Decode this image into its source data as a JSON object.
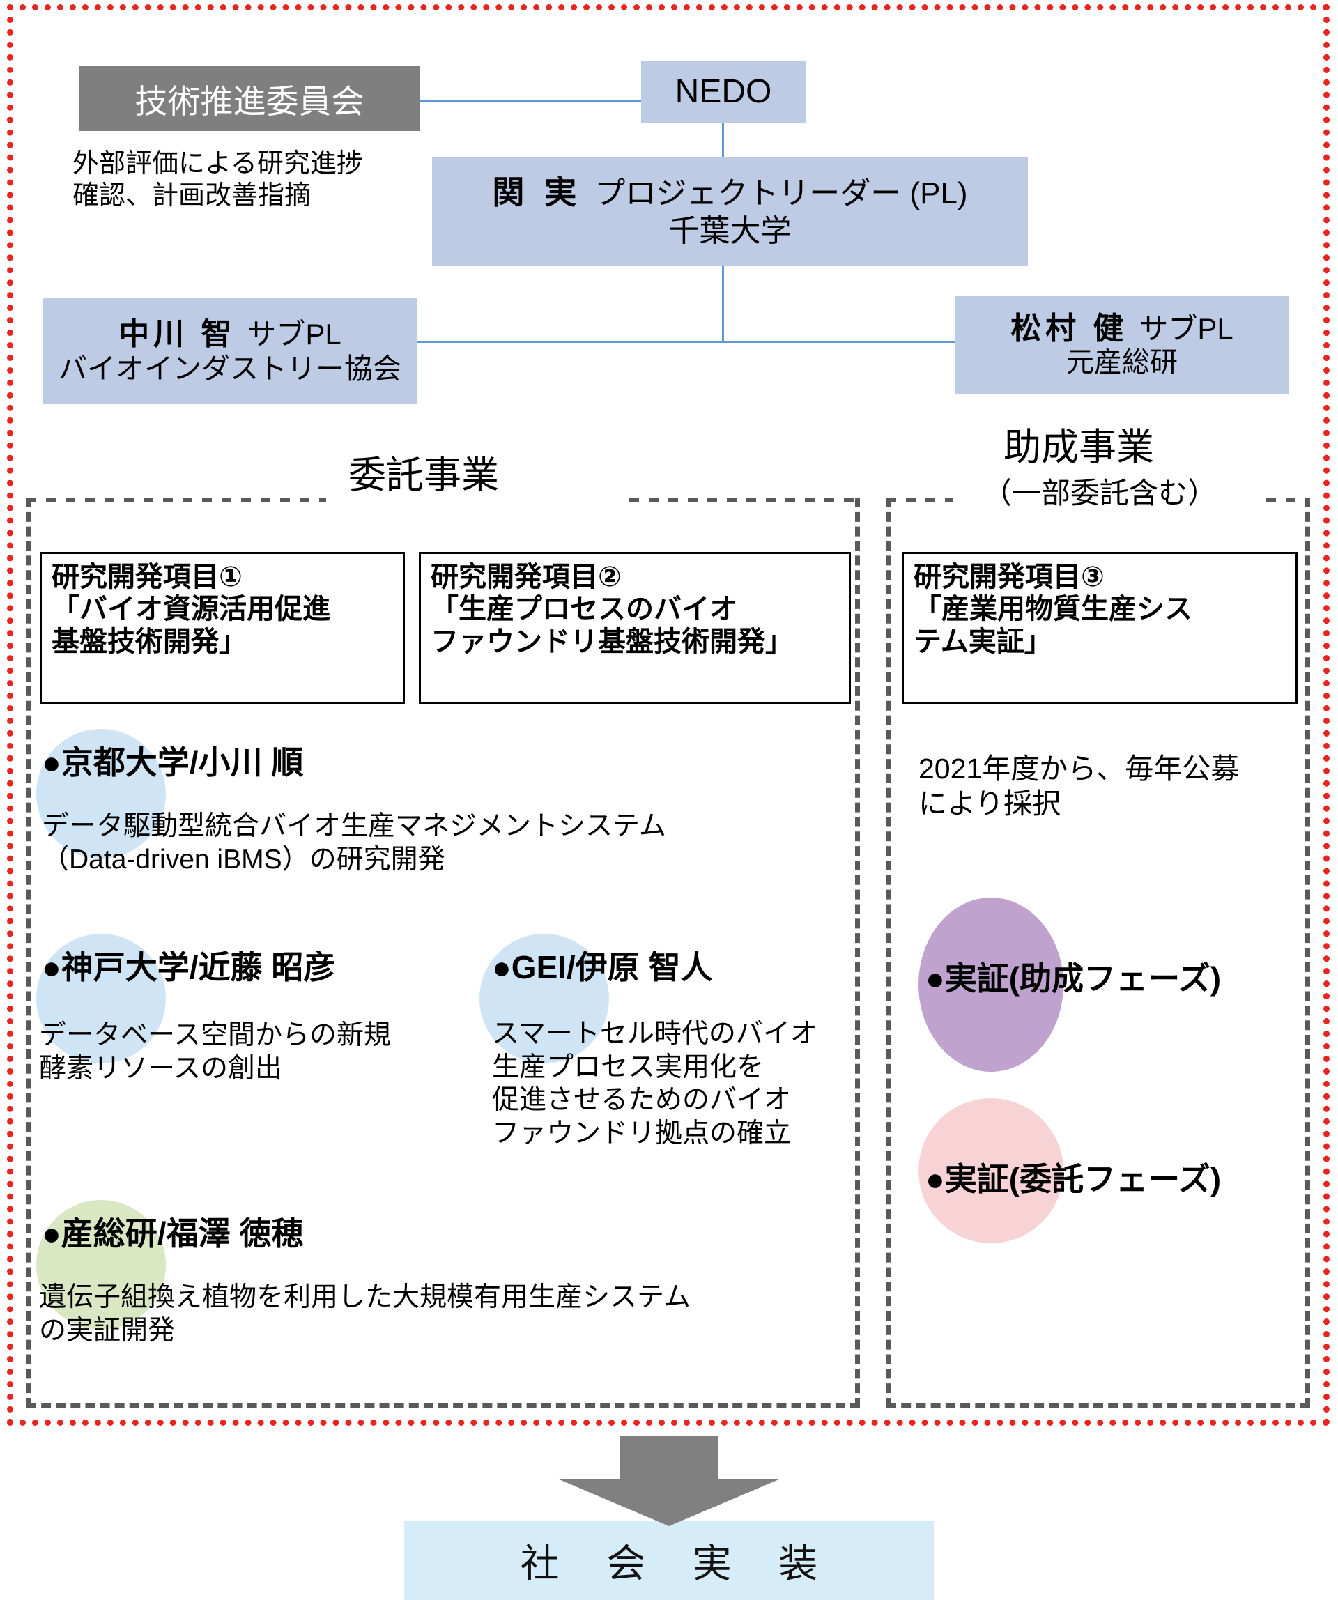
{
  "colors": {
    "outer_border": "#e8251f",
    "box_blue": "#bdcce4",
    "box_gray": "#7f7f7f",
    "connector": "#5b9bd5",
    "dotted_frame": "#595959",
    "blob_light_blue": "#cfe5f5",
    "blob_green": "#d9e7c3",
    "blob_purple": "#bfa3ce",
    "blob_pink": "#f8d3d5",
    "bottom_box": "#d6ecf9",
    "arrow": "#808080"
  },
  "top": {
    "committee_label": "技術推進委員会",
    "committee_note": "外部評価による研究進捗\n確認、計画改善指摘",
    "nedo_label": "NEDO",
    "pl": {
      "name": "関 実",
      "role": "プロジェクトリーダー (PL)",
      "affiliation": "千葉大学"
    },
    "sub_pl_left": {
      "name": "中川 智",
      "role": "サブPL",
      "affiliation": "バイオインダストリー協会"
    },
    "sub_pl_right": {
      "name": "松村 健",
      "role": "サブPL",
      "affiliation": "元産総研"
    }
  },
  "sections": {
    "itaku": {
      "title": "委託事業"
    },
    "josei": {
      "title": "助成事業",
      "subtitle": "（一部委託含む）"
    }
  },
  "items": {
    "item1": {
      "title": "研究開発項目①\n「バイオ資源活用促進\n基盤技術開発」"
    },
    "item2": {
      "title": "研究開発項目②\n「生産プロセスのバイオ\nファウンドリ基盤技術開発」"
    },
    "item3": {
      "title": "研究開発項目③\n「産業用物質生産シス\nテム実証」"
    }
  },
  "orgs": {
    "kyoto": {
      "name": "●京都大学/小川 順",
      "desc": "データ駆動型統合バイオ生産マネジメントシステム\n（Data-driven iBMS）の研究開発"
    },
    "kobe": {
      "name": "●神戸大学/近藤 昭彦",
      "desc": "データベース空間からの新規\n酵素リソースの創出"
    },
    "gei": {
      "name": "●GEI/伊原 智人",
      "desc": "スマートセル時代のバイオ\n生産プロセス実用化を\n促進させるためのバイオ\nファウンドリ拠点の確立"
    },
    "aist": {
      "name": "●産総研/福澤 徳穂",
      "desc": "遺伝子組換え植物を利用した大規模有用生産システム\nの実証開発"
    }
  },
  "josei_body": {
    "note": "2021年度から、毎年公募\nにより採択",
    "phase_subsidy": "●実証(助成フェーズ)",
    "phase_entrust": "●実証(委託フェーズ)"
  },
  "bottom": {
    "label": "社 会 実 装"
  }
}
